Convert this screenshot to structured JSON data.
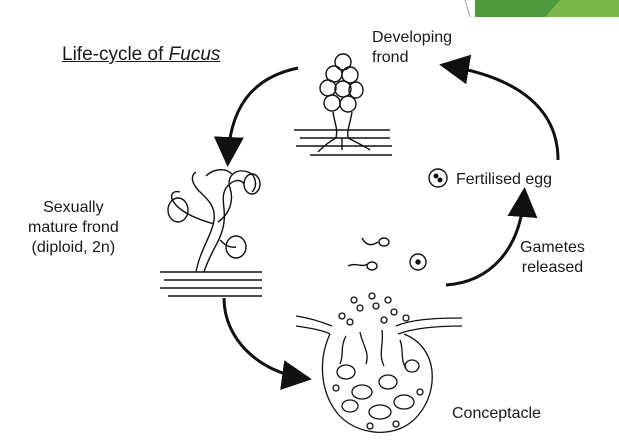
{
  "title": {
    "main": "Life-cycle of ",
    "genus": "Fucus"
  },
  "labels": {
    "developing_frond": [
      "Developing",
      "frond"
    ],
    "fertilised_egg": "Fertilised egg",
    "gametes_released": [
      "Gametes",
      "released"
    ],
    "sexually_mature": [
      "Sexually",
      "mature frond",
      "(diploid, 2n)"
    ],
    "conceptacle": "Conceptacle"
  },
  "colors": {
    "banner_dark": "#2f6b38",
    "banner_light": "#7ab648",
    "ink": "#1a1a1a"
  }
}
